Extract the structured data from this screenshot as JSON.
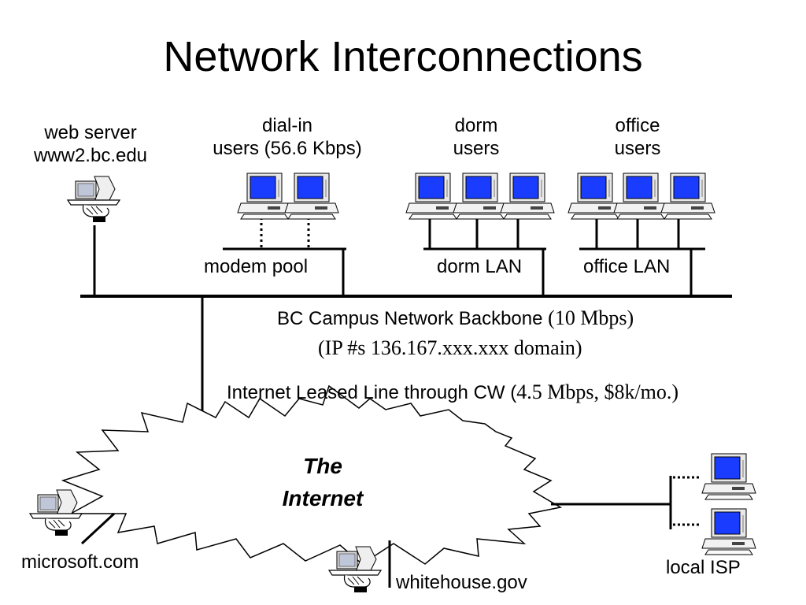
{
  "title": "Network Interconnections",
  "labels": {
    "web_server": [
      "web server",
      "www2.bc.edu"
    ],
    "dial_in": [
      "dial-in",
      "users (56.6 Kbps)"
    ],
    "dorm": [
      "dorm",
      "users"
    ],
    "office": [
      "office",
      "users"
    ],
    "modem_pool": "modem pool",
    "dorm_lan": "dorm LAN",
    "office_lan": "office LAN",
    "backbone": {
      "line1_sans": "BC Campus Network Backbone ",
      "line1_serif": "(10 Mbps)",
      "line2": "(IP #s 136.167.xxx.xxx domain)"
    },
    "leased_line": {
      "sans": "Internet Leased Line through CW (",
      "serif": "4.5 Mbps, $8k/mo.)"
    },
    "internet": [
      "The",
      "Internet"
    ],
    "microsoft": "microsoft.com",
    "whitehouse": "whitehouse.gov",
    "local_isp": "local ISP"
  },
  "colors": {
    "screen": "#1a3cff",
    "line": "#000000"
  },
  "icons": {
    "server": "server-on-hand-icon",
    "computer": "desktop-computer-icon",
    "cloud": "internet-cloud-icon"
  }
}
